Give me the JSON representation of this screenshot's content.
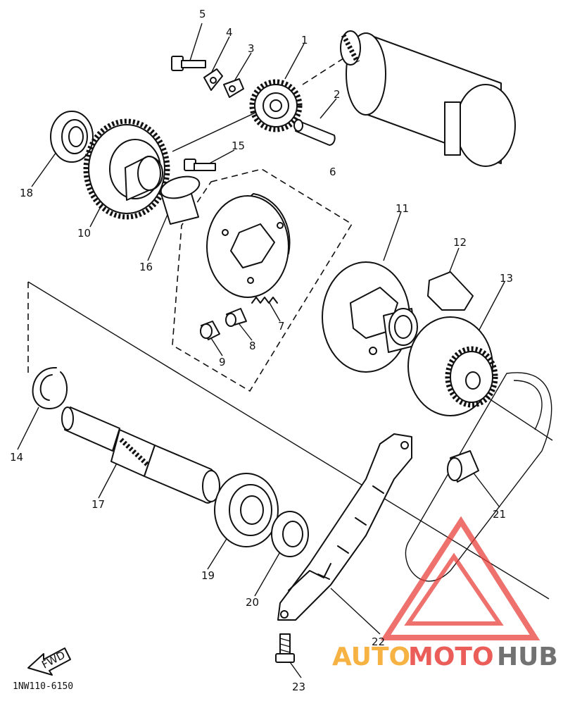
{
  "diagram": {
    "part_numbers": [
      "1",
      "2",
      "3",
      "4",
      "5",
      "6",
      "7",
      "8",
      "9",
      "10",
      "11",
      "12",
      "13",
      "14",
      "15",
      "16",
      "17",
      "18",
      "19",
      "20",
      "21",
      "22",
      "23"
    ],
    "direction_label": "FWD",
    "drawing_code": "1NW110-6150"
  },
  "watermark": {
    "word_1": "AUTO",
    "word_2": "MOTO",
    "word_3": "HUB",
    "colors": {
      "primary": "#e8413c",
      "secondary": "#f5a623",
      "tertiary": "#5a5a5a"
    }
  }
}
